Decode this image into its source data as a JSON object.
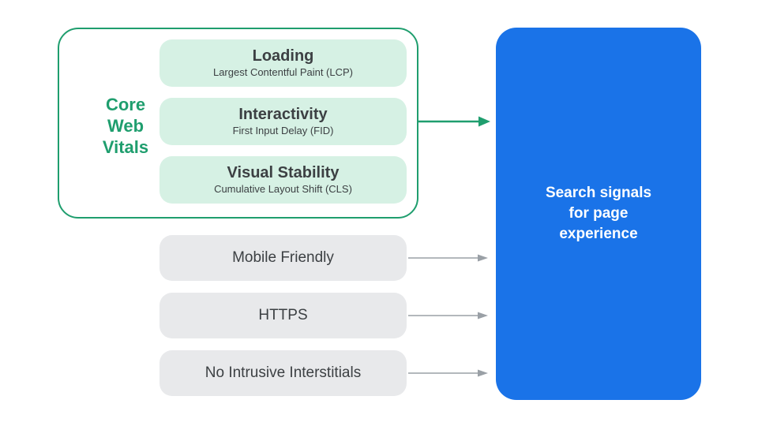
{
  "colors": {
    "teal": "#1f9e6e",
    "mint": "#d6f1e4",
    "blue": "#1a73e8",
    "gray_box": "#e8e9eb",
    "gray_arrow": "#9aa0a6",
    "text_dark": "#3c4043",
    "white": "#ffffff"
  },
  "core_web_vitals": {
    "label_lines": [
      "Core",
      "Web",
      "Vitals"
    ],
    "items": [
      {
        "title": "Loading",
        "subtitle": "Largest Contentful Paint (LCP)"
      },
      {
        "title": "Interactivity",
        "subtitle": "First Input Delay (FID)"
      },
      {
        "title": "Visual Stability",
        "subtitle": "Cumulative Layout Shift (CLS)"
      }
    ]
  },
  "other_signals": [
    {
      "label": "Mobile Friendly"
    },
    {
      "label": "HTTPS"
    },
    {
      "label": "No Intrusive Interstitials"
    }
  ],
  "result_box": {
    "label_lines": [
      "Search signals",
      "for page",
      "experience"
    ]
  },
  "arrows": [
    {
      "from": "core-web-vitals",
      "to": "search-signals",
      "color": "#1f9e6e"
    },
    {
      "from": "mobile-friendly",
      "to": "search-signals",
      "color": "#9aa0a6"
    },
    {
      "from": "https",
      "to": "search-signals",
      "color": "#9aa0a6"
    },
    {
      "from": "no-intrusive-interstitials",
      "to": "search-signals",
      "color": "#9aa0a6"
    }
  ]
}
